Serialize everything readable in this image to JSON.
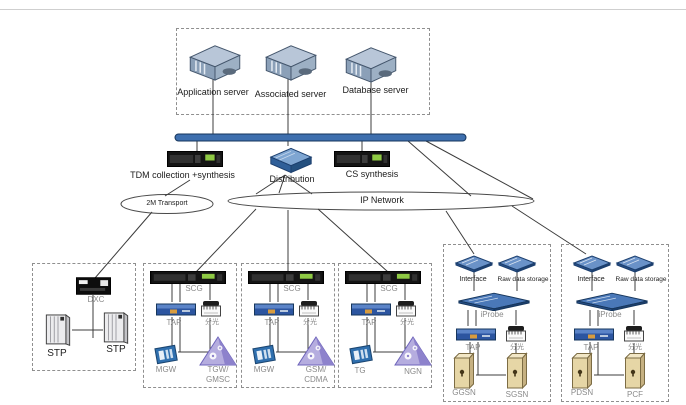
{
  "top": {
    "servers": [
      {
        "label": "Application server"
      },
      {
        "label": "Associated server"
      },
      {
        "label": "Database server"
      }
    ]
  },
  "mid": {
    "tdm": "TDM collection +synthesis",
    "distribution": "Distribution",
    "cs": "CS synthesis",
    "transport_ellipse": "2M Transport",
    "ip_ellipse": "IP Network"
  },
  "c1": {
    "dxc": "DXC",
    "stp1": "STP",
    "stp2": "STP"
  },
  "c2": {
    "scg": "SCG",
    "tap": "TAP",
    "split": "分光",
    "board": "MGW",
    "tri1": "TGW/",
    "tri2": "GMSC"
  },
  "c3": {
    "scg": "SCG",
    "tap": "TAP",
    "split": "分光",
    "board": "MGW",
    "tri1": "GSM/",
    "tri2": "CDMA"
  },
  "c4": {
    "scg": "SCG",
    "tap": "TAP",
    "split": "分光",
    "board": "TG",
    "tri1": "NGN"
  },
  "c5": {
    "interface": "Interface",
    "raw": "Raw data storage",
    "iprobe": "iProbe",
    "tap": "TAP",
    "split": "分光",
    "t1": "GGSN",
    "t2": "SGSN"
  },
  "c6": {
    "interface": "Interface",
    "raw": "Raw data storage",
    "iprobe": "iProbe",
    "tap": "TAP",
    "split": "分光",
    "t1": "PDSN",
    "t2": "PCF"
  },
  "accents": {
    "bus_fill": "#3e6fae",
    "bus_stroke": "#16365c",
    "triangle_purple": "#b5addf",
    "tower_tan": "#e6d6a6",
    "rack_black": "#141414",
    "led_green": "#8fca44"
  }
}
